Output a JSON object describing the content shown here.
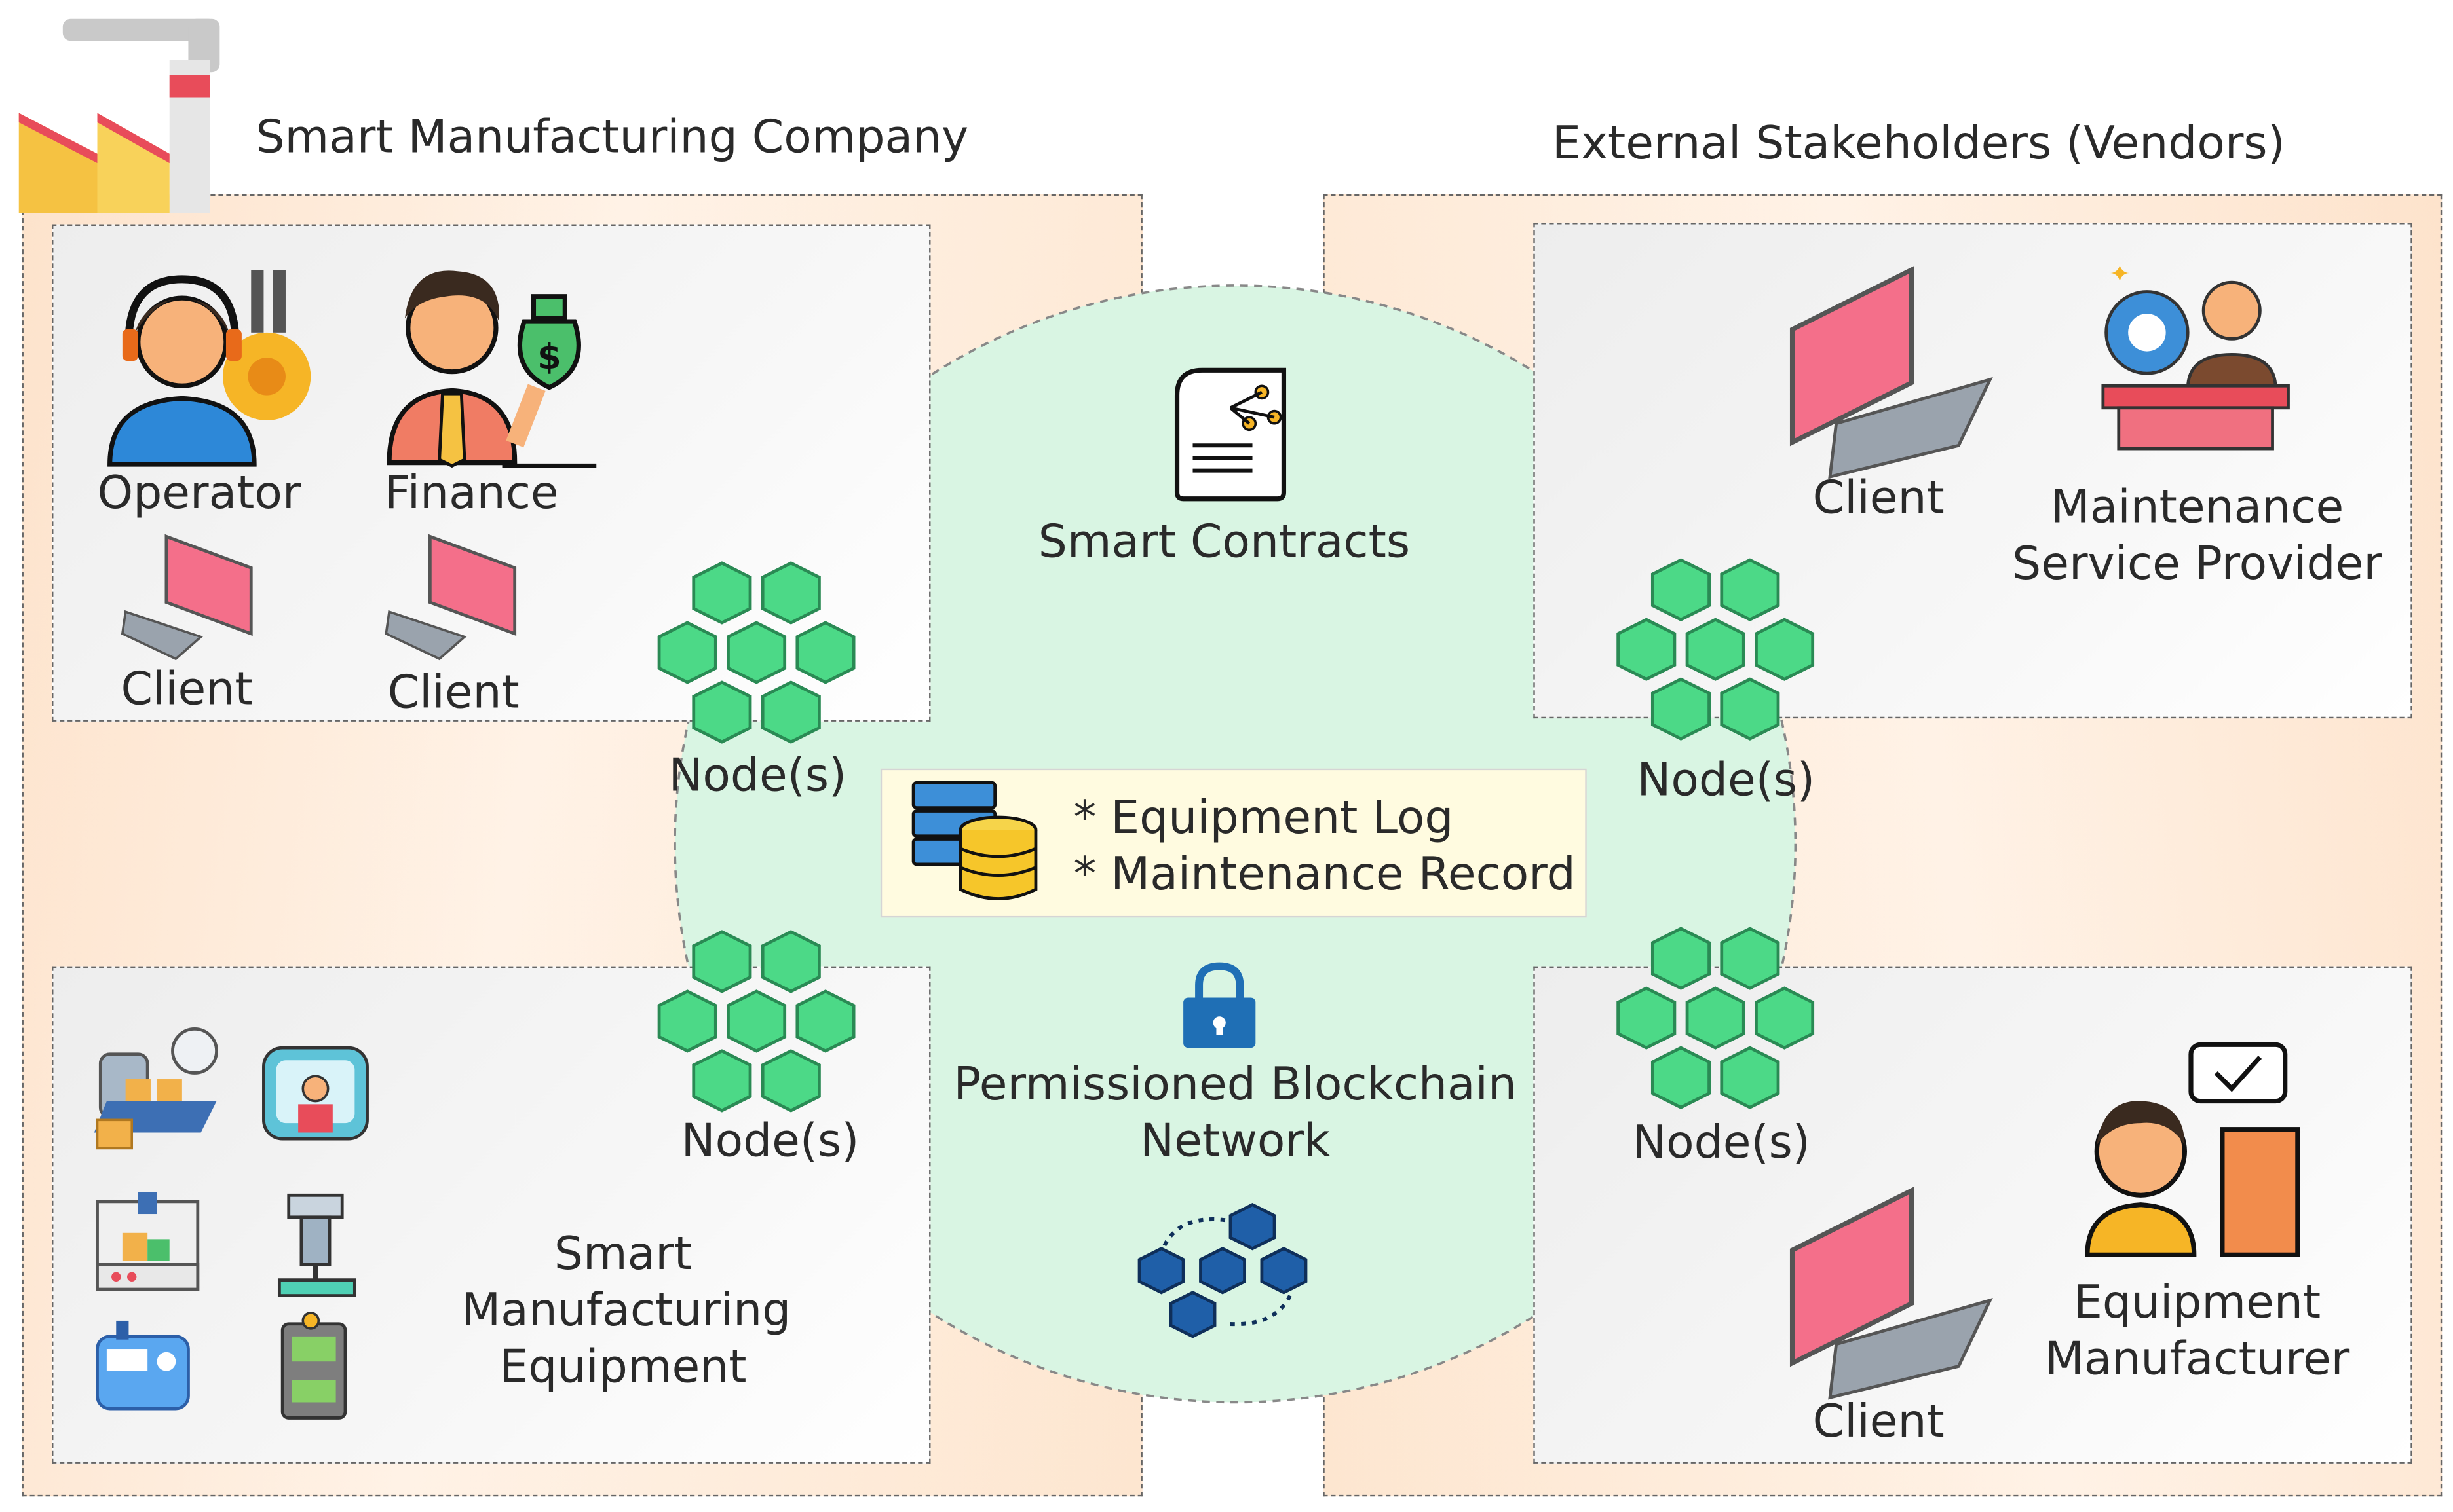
{
  "company": {
    "title": "Smart Manufacturing Company"
  },
  "vendors": {
    "title": "External Stakeholders (Vendors)"
  },
  "people_panel": {
    "operator_label": "Operator",
    "finance_label": "Finance",
    "client_label_1": "Client",
    "client_label_2": "Client"
  },
  "equipment_panel": {
    "label_line1": "Smart",
    "label_line2": "Manufacturing",
    "label_line3": "Equipment"
  },
  "maintenance_panel": {
    "client_label": "Client",
    "provider_line1": "Maintenance",
    "provider_line2": "Service Provider"
  },
  "manufacturer_panel": {
    "client_label": "Client",
    "manufacturer_line1": "Equipment",
    "manufacturer_line2": "Manufacturer"
  },
  "nodes": {
    "top_left_label": "Node(s)",
    "bottom_left_label": "Node(s)",
    "top_right_label": "Node(s)",
    "bottom_right_label": "Node(s)"
  },
  "network": {
    "smart_contracts_label": "Smart Contracts",
    "ledger_item_1": "* Equipment Log",
    "ledger_item_2": "* Maintenance Record",
    "blockchain_line1": "Permissioned Blockchain",
    "blockchain_line2": "Network"
  },
  "colors": {
    "network_fill": "#d9f5e3",
    "region_fill": "#fde3cc",
    "ledger_fill": "#fffbe0",
    "node_green": "#4cd987",
    "screen_pink": "#f46f8a"
  }
}
